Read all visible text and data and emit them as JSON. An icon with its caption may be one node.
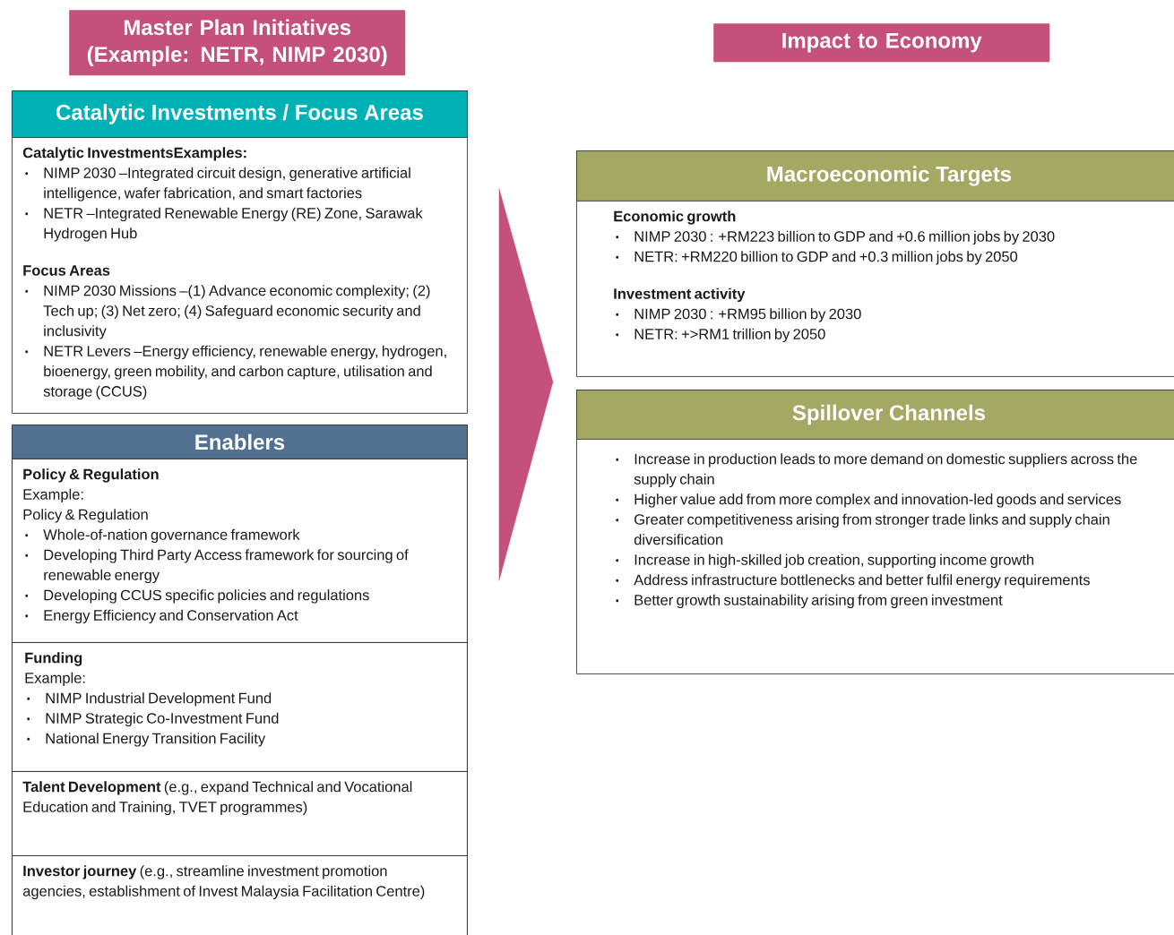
{
  "diagram": {
    "nodes": [
      {
        "text": [
          "Master Plan Initiatives (Example: NETR, NIMP 2030)"
        ]
      },
      {
        "text": [
          "Impact to Economy"
        ]
      },
      {
        "text": [
          "Catalytic Investments / Focus Areas",
          "Catalytic InvestmentsExamples:",
          "NIMP 2030 –Integrated circuit design, generative artificial intelligence, wafer fabrication, and smart factories",
          "NETR –Integrated Renewable Energy (RE) Zone, Sarawak Hydrogen Hub",
          "Focus Areas",
          "NIMP 2030 Missions –(1) Advance economic complexity; (2) Tech up; (3) Net zero; (4) Safeguard economic security and inclusivity",
          "NETR Levers –Energy efficiency, renewable energy, hydrogen, bioenergy, green mobility, and carbon capture, utilisation and storage (CCUS)"
        ]
      },
      {
        "text": [
          "Enablers"
        ]
      },
      {
        "text": [
          "Policy & Regulation",
          "Example:",
          "Policy & Regulation",
          "Whole-of-nation governance framework",
          "Developing Third Party Access framework for sourcing of renewable energy",
          "Developing CCUS specific policies and regulations",
          "Energy Efficiency and Conservation Act"
        ],
        "in": 3
      },
      {
        "text": [
          "Funding",
          "Example:",
          "NIMP Industrial Development Fund",
          "NIMP Strategic Co-Investment Fund",
          "National Energy Transition Facility"
        ],
        "in": 3
      },
      {
        "text": [
          "**Talent Development** (e.g., expand Technical and Vocational Education and Training, TVET programmes)"
        ],
        "in": 3
      },
      {
        "text": [
          "**Investor journey** (e.g., streamline investment promotion agencies, establishment of Invest Malaysia Facilitation Centre)"
        ],
        "in": 3
      },
      {
        "text": [
          "Macroeconomic Targets",
          "Economic growth",
          "NIMP 2030 : +RM223 billion to GDP and +0.6 million jobs by 2030",
          "NETR: +RM220 billion to GDP and +0.3 million jobs by 2050",
          "Investment activity",
          "NIMP 2030 : +RM95 billion by 2030",
          "NETR: +>RM1 trillion by 2050"
        ]
      },
      {
        "text": [
          "Spillover Channels",
          "Increase in production leads to more demand on domestic suppliers across the supply chain",
          "Higher value add from more complex and innovation-led goods and services",
          "Greater competitiveness arising from stronger trade links and supply chain diversification",
          "Increase in high-skilled job creation, supporting income growth",
          "Address infrastructure bottlenecks and better fulfil energy requirements",
          "Better growth sustainability arising from green investment"
        ]
      }
    ],
    "edges": [
      {
        "from": 2,
        "to": 8,
        "arrow": "to"
      }
    ]
  }
}
